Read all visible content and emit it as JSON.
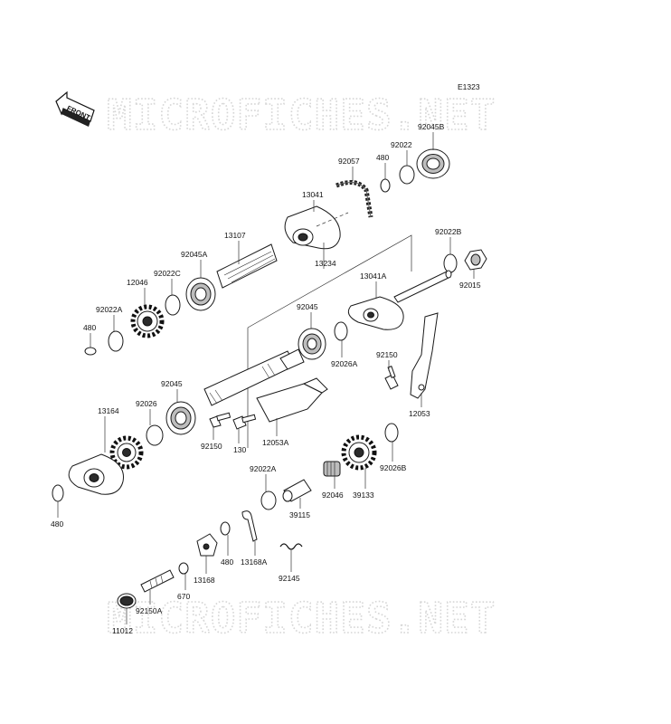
{
  "diagram_code": "E1323",
  "front_label": "FRONT",
  "watermark_top": "MICROFICHES.NET",
  "watermark_bottom": "MICROFICHES.NET",
  "labels": {
    "p92045B": "92045B",
    "p92022": "92022",
    "p480a": "480",
    "p92057": "92057",
    "p13041": "13041",
    "p13107": "13107",
    "p13234": "13234",
    "p92045A": "92045A",
    "p92022C": "92022C",
    "p12046": "12046",
    "p92022A_top": "92022A",
    "p480b": "480",
    "p92022B": "92022B",
    "p92015": "92015",
    "p13041A": "13041A",
    "p92045_mid": "92045",
    "p92026A": "92026A",
    "p92150_right": "92150",
    "p12053": "12053",
    "p92045_left": "92045",
    "p92026": "92026",
    "p13164": "13164",
    "p92150_mid": "92150",
    "p130": "130",
    "p12053A": "12053A",
    "p92022A_mid": "92022A",
    "p92046": "92046",
    "p39133": "39133",
    "p92026B": "92026B",
    "p39115": "39115",
    "p480c": "480",
    "p480d": "480",
    "p13168A": "13168A",
    "p13168": "13168",
    "p92145": "92145",
    "p670": "670",
    "p92150A": "92150A",
    "p11012": "11012"
  }
}
